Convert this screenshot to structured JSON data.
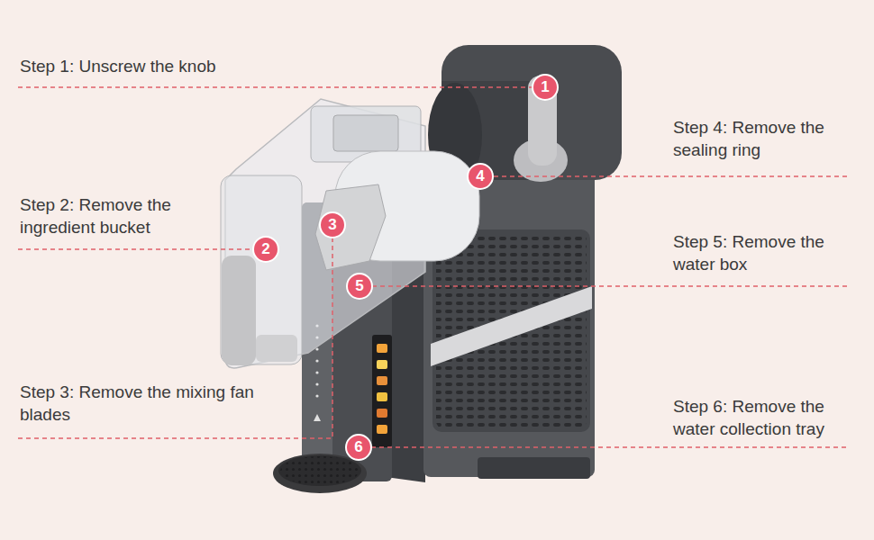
{
  "diagram": {
    "nodes": [
      {
        "text": [
          "1"
        ]
      },
      {
        "text": [
          "2"
        ]
      },
      {
        "text": [
          "3"
        ]
      },
      {
        "text": [
          "4"
        ]
      },
      {
        "text": [
          "5"
        ]
      },
      {
        "text": [
          "6"
        ]
      }
    ],
    "labels": [
      "Step 1: Unscrew the knob",
      "Step 2: Remove the ingredient bucket",
      "Step 3: Remove the mixing fan blades",
      "Step 4: Remove the sealing ring",
      "Step 5: Remove the water box",
      "Step 6: Remove the water collection tray"
    ]
  }
}
